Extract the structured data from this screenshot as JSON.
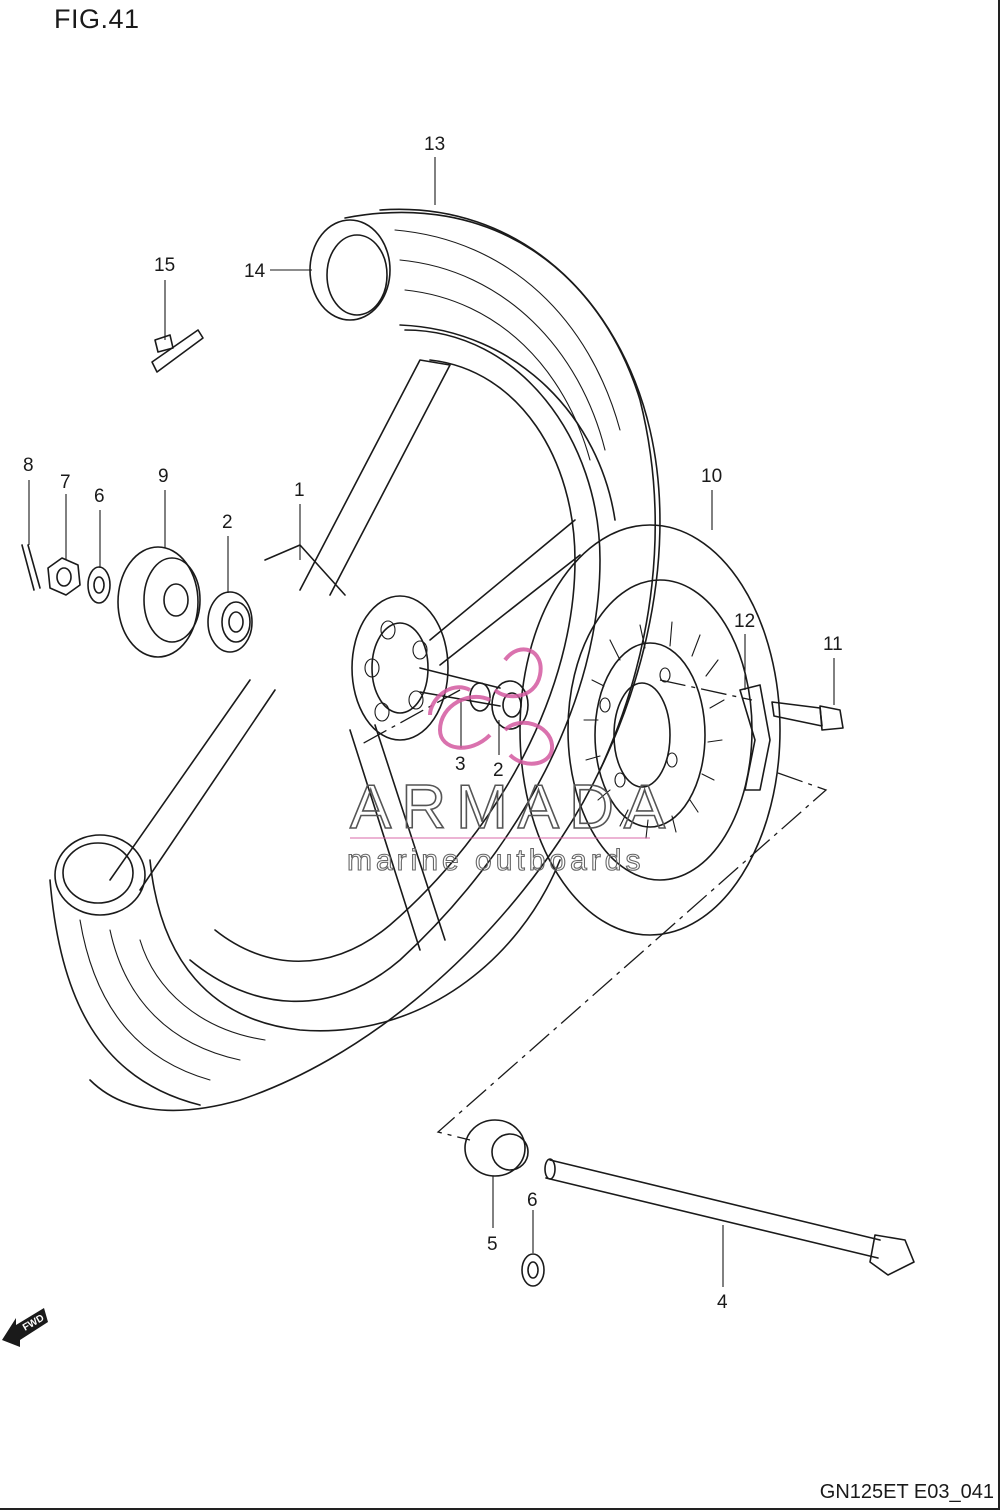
{
  "figure": {
    "title": "FIG.41",
    "drawing_code": "GN125ET E03_041"
  },
  "watermark": {
    "brand": "ARMADA",
    "tagline": "marine outboards",
    "accent_color": "#d45aa0"
  },
  "fwd_badge": {
    "label": "FWD"
  },
  "callouts": {
    "c1": "1",
    "c2a": "2",
    "c2b": "2",
    "c3": "3",
    "c4": "4",
    "c5": "5",
    "c6a": "6",
    "c6b": "6",
    "c7": "7",
    "c8": "8",
    "c9": "9",
    "c10": "10",
    "c11": "11",
    "c12": "12",
    "c13": "13",
    "c14": "14",
    "c15": "15"
  }
}
